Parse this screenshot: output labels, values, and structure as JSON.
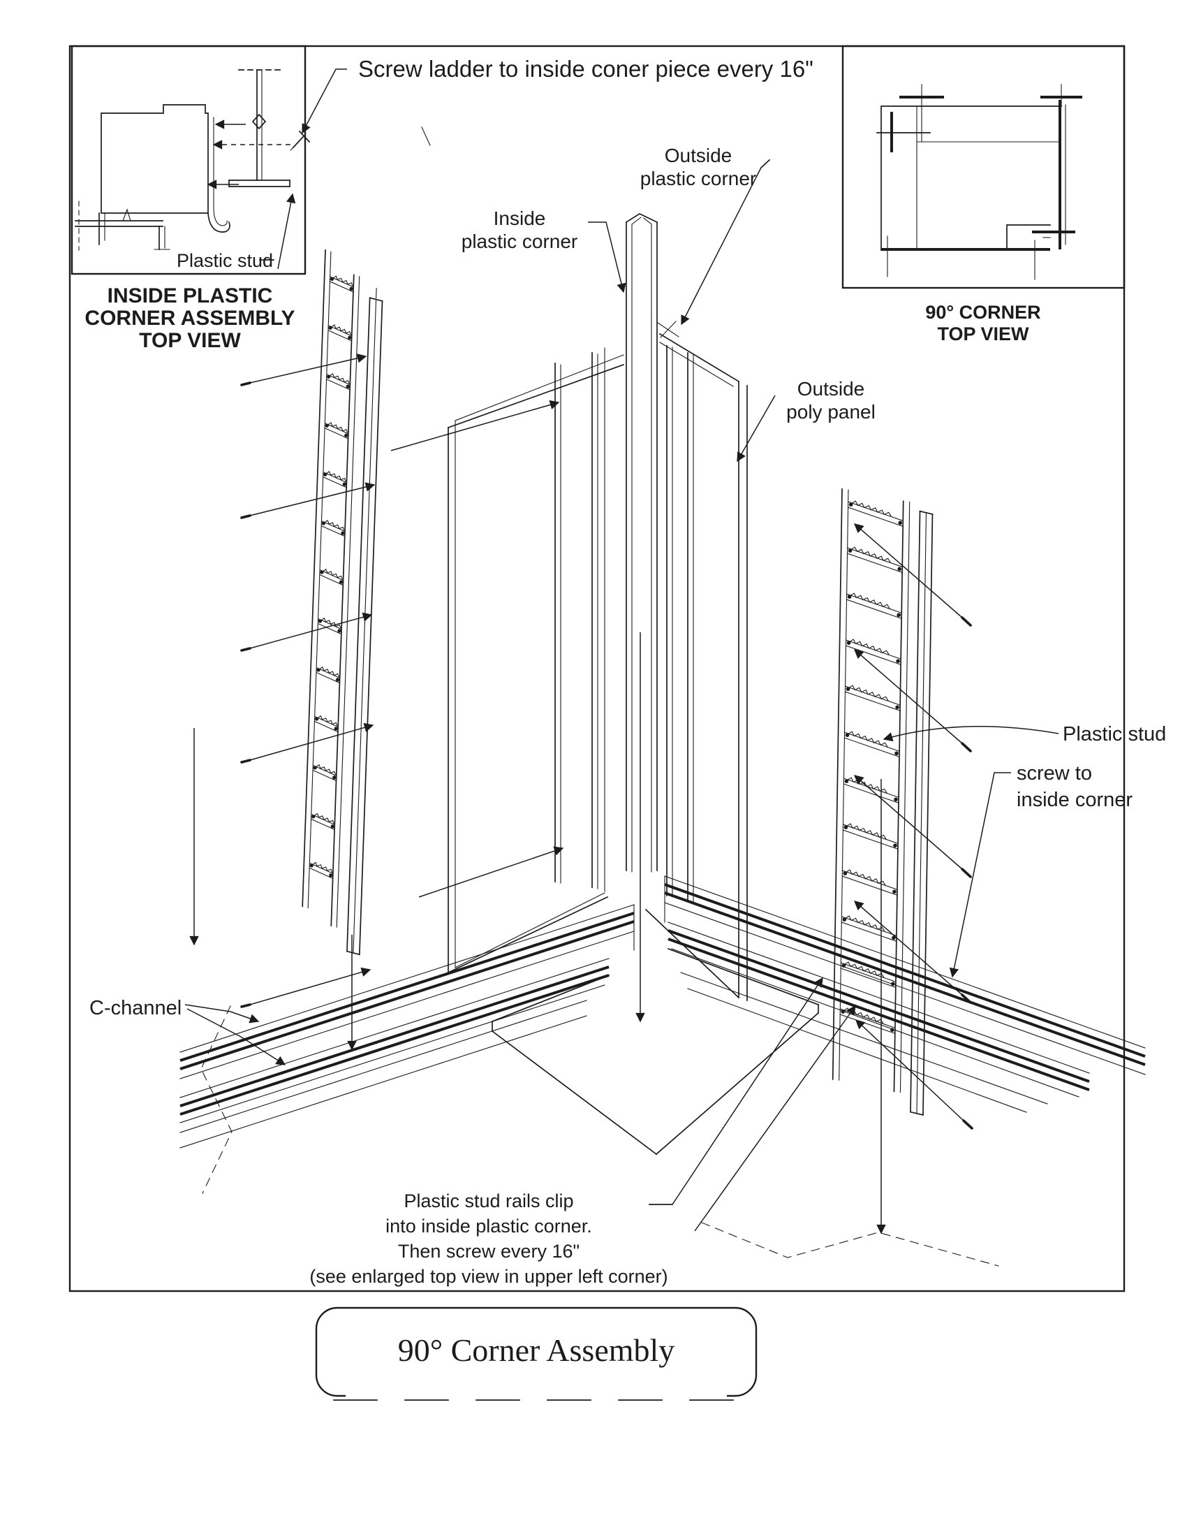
{
  "document": {
    "top_note": "Screw ladder to inside coner piece every 16\"",
    "insets": {
      "left": {
        "caption": "INSIDE PLASTIC\nCORNER ASSEMBLY\nTOP VIEW",
        "plastic_stud_label": "Plastic stud"
      },
      "right": {
        "caption": "90° CORNER\nTOP VIEW"
      }
    },
    "callouts": {
      "inside_plastic_corner": "Inside\nplastic corner",
      "outside_plastic_corner": "Outside\nplastic corner",
      "outside_poly_panel": "Outside\npoly panel",
      "plastic_stud": "Plastic stud",
      "screw_to_inside_corner": "screw to\ninside corner",
      "c_channel": "C-channel",
      "assembly_note": "Plastic stud rails clip\ninto inside plastic corner.\nThen screw every 16\"\n(see enlarged top view in upper left corner)"
    },
    "title": "90° Corner Assembly",
    "colors": {
      "ink": "#1c1c1c",
      "paper": "#ffffff"
    }
  }
}
